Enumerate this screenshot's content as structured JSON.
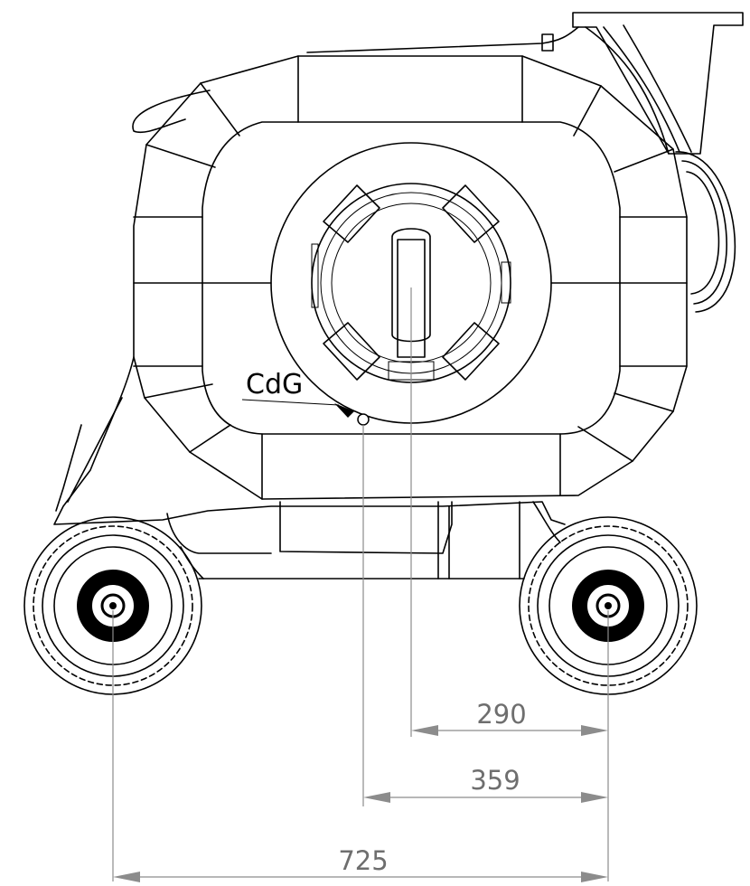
{
  "label_cdg": "CdG",
  "dimensions": {
    "d1": "290",
    "d2": "359",
    "d3": "725"
  },
  "colors": {
    "line": "#000000",
    "dimension": "#8c8c8c",
    "dimension_text": "#6e6e6e"
  }
}
